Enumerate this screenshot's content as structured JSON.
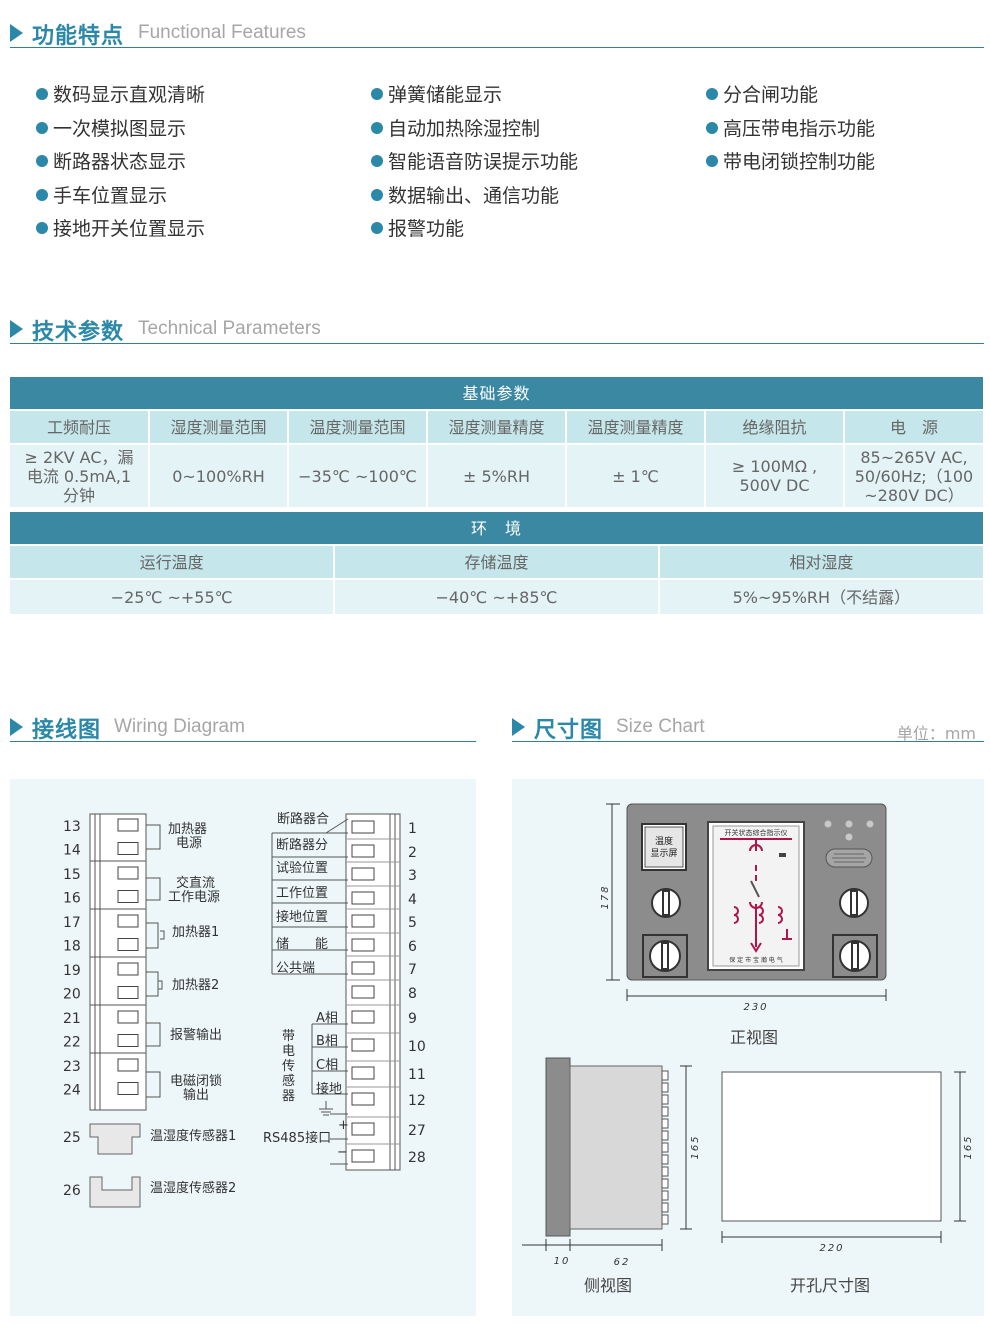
{
  "sections": {
    "features": {
      "cn": "功能特点",
      "en": "Functional Features"
    },
    "params": {
      "cn": "技术参数",
      "en": "Technical Parameters"
    },
    "wiring": {
      "cn": "接线图",
      "en": "Wiring Diagram"
    },
    "size": {
      "cn": "尺寸图",
      "en": "Size Chart",
      "unit": "单位：mm"
    }
  },
  "features": {
    "col1": [
      "数码显示直观清晰",
      "一次模拟图显示",
      "断路器状态显示",
      "手车位置显示",
      "接地开关位置显示"
    ],
    "col2": [
      "弹簧储能显示",
      "自动加热除湿控制",
      "智能语音防误提示功能",
      "数据输出、通信功能",
      "报警功能"
    ],
    "col3": [
      "分合闸功能",
      "高压带电指示功能",
      "带电闭锁控制功能"
    ]
  },
  "params_table": {
    "basic_title": "基础参数",
    "basic_headers": [
      "工频耐压",
      "湿度测量范围",
      "温度测量范围",
      "湿度测量精度",
      "温度测量精度",
      "绝缘阻抗",
      "电　源"
    ],
    "basic_values": [
      [
        "≥ 2KV AC，漏",
        "电流 0.5mA,1",
        "分钟"
      ],
      [
        "0~100%RH"
      ],
      [
        "−35℃ ~100℃"
      ],
      [
        "± 5%RH"
      ],
      [
        "± 1℃"
      ],
      [
        "≥ 100MΩ ,",
        "500V DC"
      ],
      [
        "85~265V AC,",
        "50/60Hz;（100",
        "~280V DC）"
      ]
    ],
    "env_title": "环　境",
    "env_headers": [
      "运行温度",
      "存储温度",
      "相对湿度"
    ],
    "env_values": [
      "−25℃ ~+55℃",
      "−40℃ ~+85℃",
      "5%~95%RH（不结露）"
    ]
  },
  "wiring": {
    "left_numbers": [
      "13",
      "14",
      "15",
      "16",
      "17",
      "18",
      "19",
      "20",
      "21",
      "22",
      "23",
      "24"
    ],
    "left_labels": [
      "加热器",
      "电源",
      "交直流",
      "工作电源",
      "加热器1",
      "加热器2",
      "报警输出",
      "电磁闭锁",
      "输出"
    ],
    "sensor_numbers": [
      "25",
      "26"
    ],
    "sensor_labels": [
      "温湿度传感器1",
      "温湿度传感器2"
    ],
    "right_labels": [
      "断路器合",
      "断路器分",
      "试验位置",
      "工作位置",
      "接地位置",
      "储　　能",
      "公共端"
    ],
    "right_numbers": [
      "1",
      "2",
      "3",
      "4",
      "5",
      "6",
      "7",
      "8",
      "9",
      "10",
      "11",
      "12",
      "27",
      "28"
    ],
    "sensor_group": {
      "vertical": [
        "带",
        "电",
        "传",
        "感",
        "器"
      ],
      "phases": [
        "A相",
        "B相",
        "C相",
        "接地"
      ]
    },
    "rs485": {
      "label": "RS485接口",
      "plus": "+",
      "minus": "−"
    }
  },
  "size": {
    "front": {
      "caption": "正视图",
      "width": "230",
      "height": "178",
      "screen_label": [
        "温度",
        "显示屏"
      ],
      "panel_title": "开关状态综合指示仪",
      "maker": "保 定 市 宝 瀚 电 气"
    },
    "side": {
      "caption": "侧视图",
      "dim_a": "10",
      "dim_b": "62",
      "height": "165"
    },
    "cutout": {
      "caption": "开孔尺寸图",
      "width": "220",
      "height": "165"
    }
  }
}
